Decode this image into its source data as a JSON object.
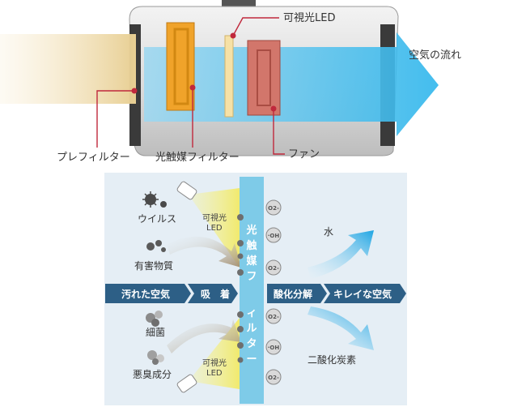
{
  "top": {
    "labels": {
      "led": "可視光LED",
      "airflow": "空気の流れ",
      "prefilter": "プレフィルター",
      "photocatalyst_filter": "光触媒フィルター",
      "fan": "ファン"
    }
  },
  "bottom": {
    "pollutants": [
      "ウイルス",
      "有害物質",
      "細菌",
      "悪臭成分"
    ],
    "led_label": [
      "可視光",
      "LED"
    ],
    "filter_label": [
      "光",
      "触",
      "媒",
      "フ",
      "ィ",
      "ル",
      "タ",
      "ー"
    ],
    "flow": {
      "dirty_air": "汚れた空気",
      "adsorption": "吸　着",
      "oxidation": "酸化分解",
      "clean_air": "キレイな空気"
    },
    "outputs": {
      "water": "水",
      "co2": "二酸化炭素"
    },
    "molecules": [
      "O2-",
      "·OH",
      "O2-",
      "O2-",
      "·OH",
      "O2-"
    ]
  },
  "colors": {
    "accent_red": "#c0283c",
    "filter_blue": "#7ecbe8",
    "arrow_dark": "#2d5f86",
    "panel_bg": "#e5eef5",
    "led_yellow": "#f4f08a"
  }
}
